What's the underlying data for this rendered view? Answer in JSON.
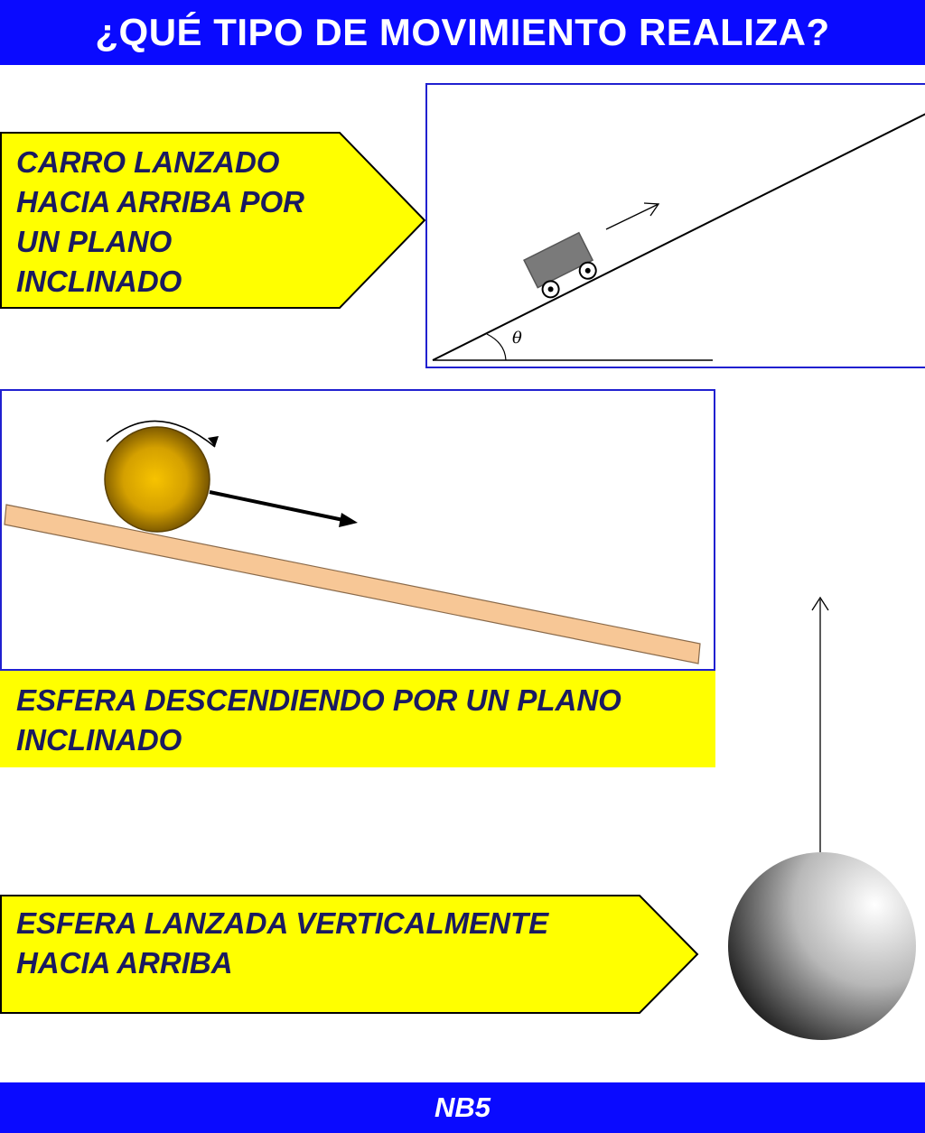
{
  "title": "¿QUÉ TIPO DE MOVIMIENTO REALIZA?",
  "footer": "NB5",
  "colors": {
    "banner": "#0a0aff",
    "callout_fill": "#ffff00",
    "callout_text": "#1a1a60",
    "panel_border": "#2020d0",
    "ramp_fill": "#f7c796"
  },
  "cart_callout": {
    "text": "CARRO LANZADO\nHACIA ARRIBA POR\nUN PLANO\nINCLINADO"
  },
  "cart_diagram": {
    "angle_label": "θ"
  },
  "sphere_ramp_label": {
    "text": "ESFERA DESCENDIENDO POR UN PLANO\nINCLINADO"
  },
  "vertical_callout": {
    "text": "ESFERA  LANZADA  VERTICALMENTE\nHACIA ARRIBA"
  }
}
